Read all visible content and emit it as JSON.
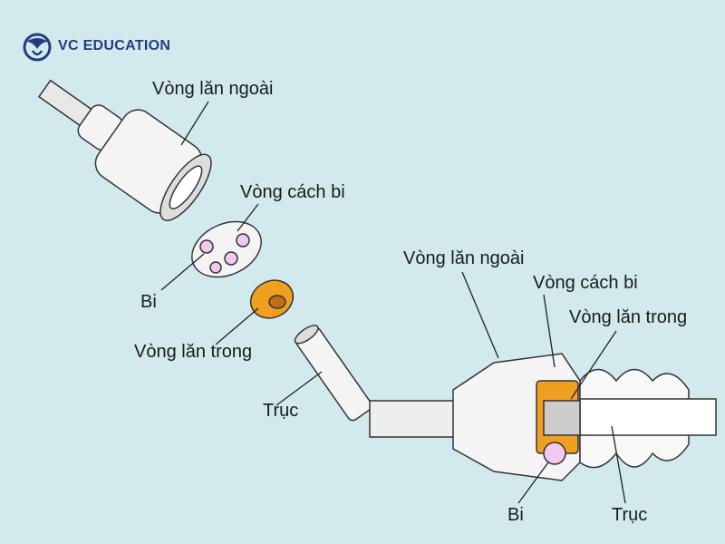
{
  "logo": {
    "text": "VC EDUCATION",
    "color": "#223d7c"
  },
  "exploded_view": {
    "labels": {
      "outer_race": "Vòng lăn ngoài",
      "cage": "Vòng cách bi",
      "ball": "Bi",
      "inner_race": "Vòng lăn trong",
      "shaft": "Trục"
    }
  },
  "assembled_view": {
    "labels": {
      "outer_race": "Vòng lăn ngoài",
      "cage": "Vòng cách bi",
      "inner_race": "Vòng lăn trong",
      "ball": "Bi",
      "shaft": "Trục"
    }
  },
  "colors": {
    "background": "#d2eaee",
    "inner_race": "#f0a020",
    "ball": "#f0c8f0"
  }
}
